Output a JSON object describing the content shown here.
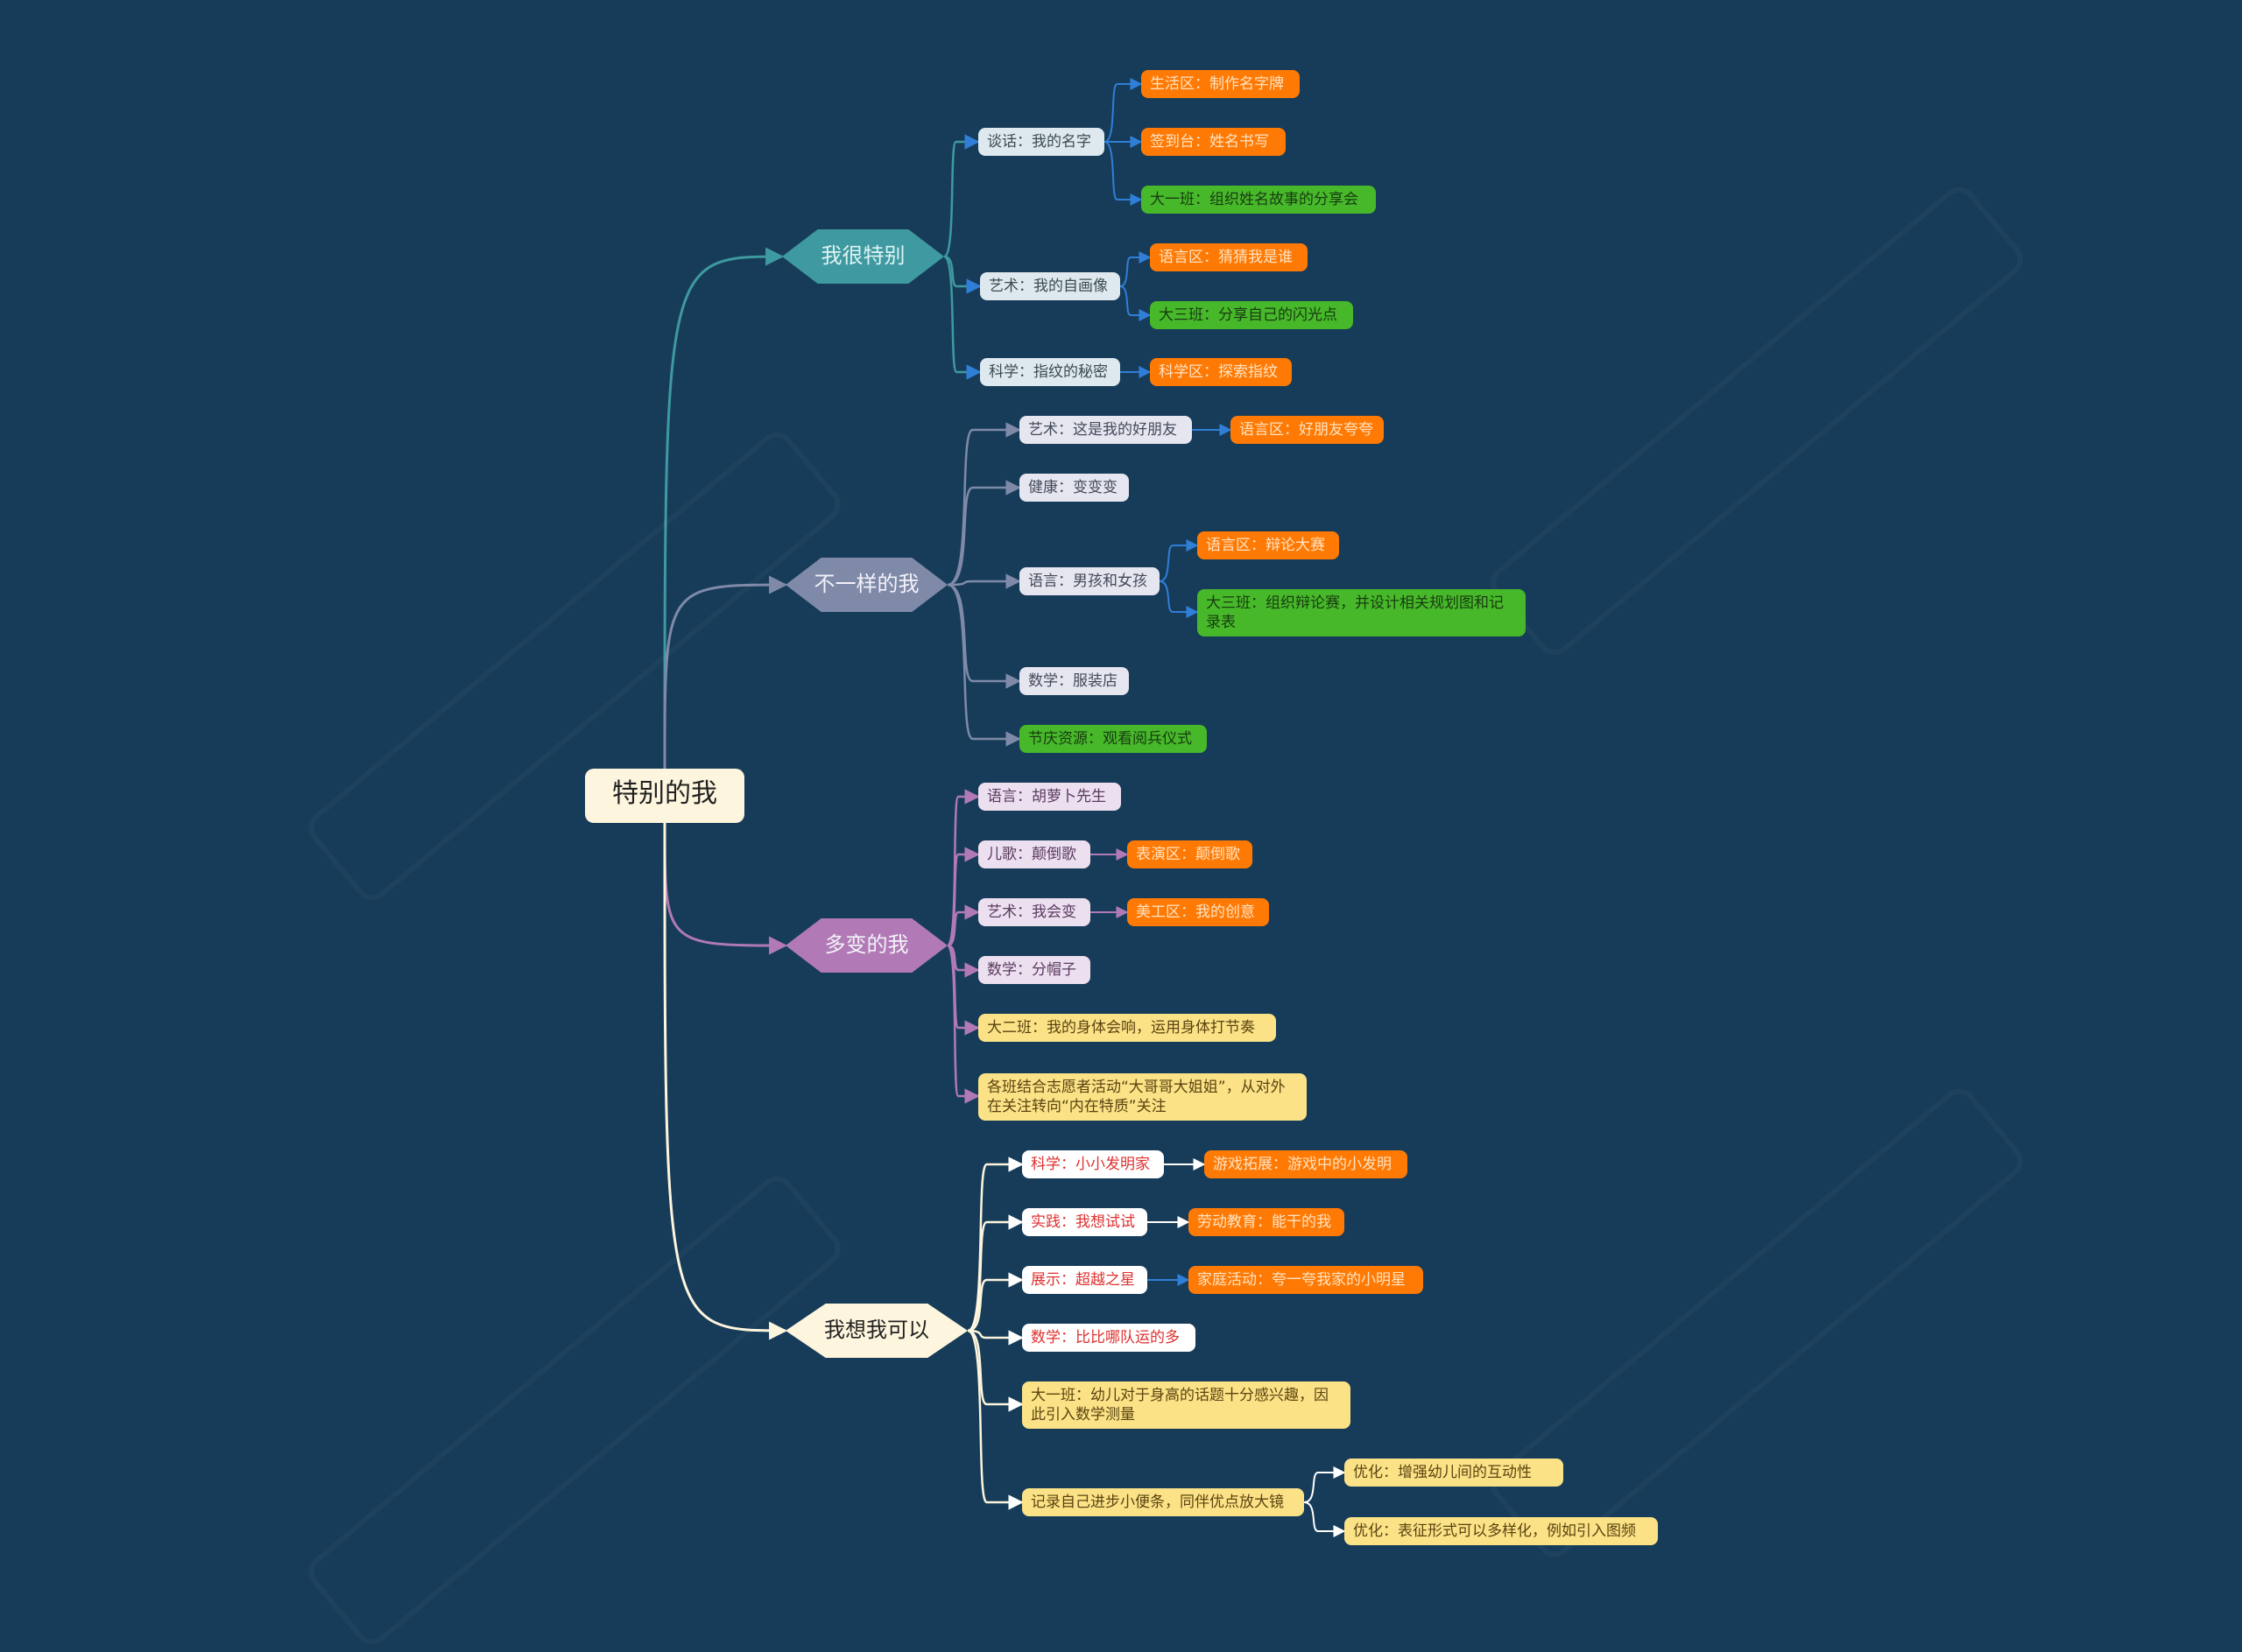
{
  "colors": {
    "background": "#173c59",
    "branch1": "#3e9aa0",
    "branch2": "#7f8aa8",
    "branch3": "#b17ab6",
    "branch4": "#fdf5de",
    "orange": "#ff7a05",
    "green": "#47b82a",
    "yellow": "#fbe287",
    "arrow_blue": "#2f7fd8"
  },
  "root": "特别的我",
  "branches": [
    {
      "label": "我很特别",
      "children": [
        {
          "label": "谈话：我的名字",
          "children": [
            "生活区：制作名字牌",
            "签到台：姓名书写",
            "大一班：组织姓名故事的分享会"
          ]
        },
        {
          "label": "艺术：我的自画像",
          "children": [
            "语言区：猜猜我是谁",
            "大三班：分享自己的闪光点"
          ]
        },
        {
          "label": "科学：指纹的秘密",
          "children": [
            "科学区：探索指纹"
          ]
        }
      ]
    },
    {
      "label": "不一样的我",
      "children": [
        {
          "label": "艺术：这是我的好朋友",
          "children": [
            "语言区：好朋友夸夸"
          ]
        },
        {
          "label": "健康：变变变",
          "children": []
        },
        {
          "label": "语言：男孩和女孩",
          "children": [
            "语言区：辩论大赛",
            "大三班：组织辩论赛，并设计相关规划图和记录表"
          ]
        },
        {
          "label": "数学：服装店",
          "children": []
        },
        {
          "label": "节庆资源：观看阅兵仪式",
          "children": []
        }
      ]
    },
    {
      "label": "多变的我",
      "children": [
        {
          "label": "语言：胡萝卜先生",
          "children": []
        },
        {
          "label": "儿歌：颠倒歌",
          "children": [
            "表演区：颠倒歌"
          ]
        },
        {
          "label": "艺术：我会变",
          "children": [
            "美工区：我的创意"
          ]
        },
        {
          "label": "数学：分帽子",
          "children": []
        },
        {
          "label": "大二班：我的身体会响，运用身体打节奏",
          "children": []
        },
        {
          "label": "各班结合志愿者活动“大哥哥大姐姐”，从对外在关注转向“内在特质”关注",
          "children": []
        }
      ]
    },
    {
      "label": "我想我可以",
      "children": [
        {
          "label": "科学：小小发明家",
          "children": [
            "游戏拓展：游戏中的小发明"
          ]
        },
        {
          "label": "实践：我想试试",
          "children": [
            "劳动教育：能干的我"
          ]
        },
        {
          "label": "展示：超越之星",
          "children": [
            "家庭活动：夸一夸我家的小明星"
          ]
        },
        {
          "label": "数学：比比哪队运的多",
          "children": []
        },
        {
          "label": "大一班：幼儿对于身高的话题十分感兴趣，因此引入数学测量",
          "children": []
        },
        {
          "label": "记录自己进步小便条，同伴优点放大镜",
          "children": [
            "优化：增强幼儿间的互动性",
            "优化：表征形式可以多样化，例如引入图频"
          ]
        }
      ]
    }
  ]
}
